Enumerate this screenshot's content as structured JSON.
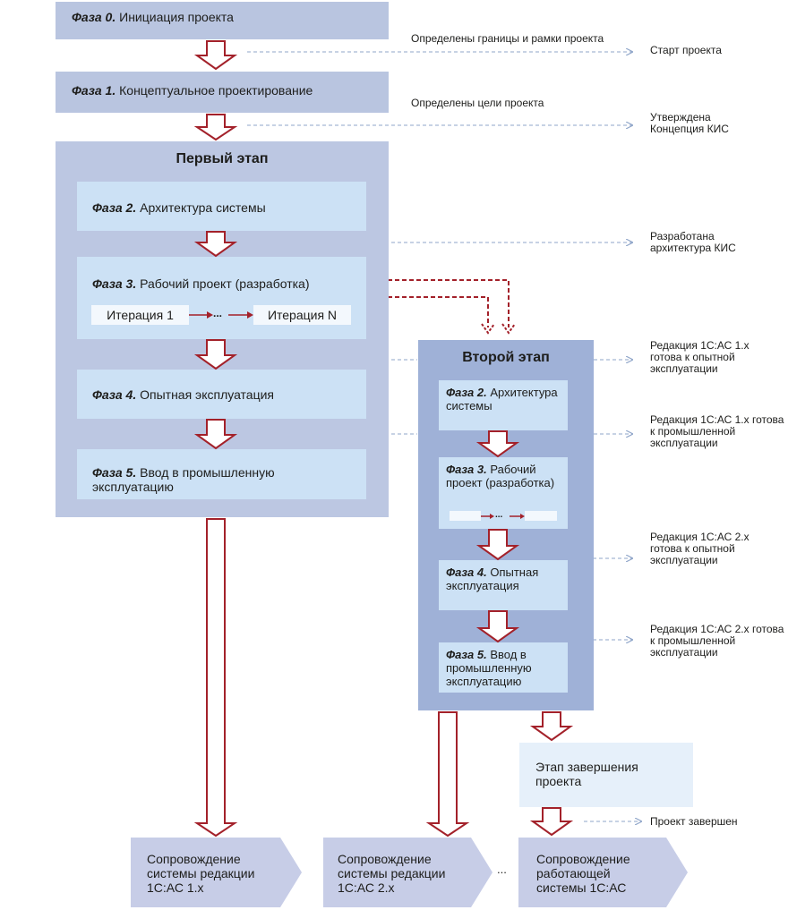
{
  "colors": {
    "arrow": "#a3212a",
    "dashed_link": "#8fa5c9",
    "box_dark": "#b9c5e0",
    "box_inner": "#cce1f5",
    "pentagon": "#c7cde7"
  },
  "phase_prefix": "Фаза",
  "top_phases": [
    {
      "num": "0.",
      "text": "Инициация проекта"
    },
    {
      "num": "1.",
      "text": "Концептуальное проектирование"
    }
  ],
  "stage1": {
    "title": "Первый этап",
    "phases": [
      {
        "num": "2.",
        "text": "Архитектура системы"
      },
      {
        "num": "3.",
        "text": "Рабочий проект (разработка)"
      },
      {
        "num": "4.",
        "text": "Опытная эксплуатация"
      },
      {
        "num": "5.",
        "text": "Ввод в промышленную эксплуатацию"
      }
    ],
    "iteration_first": "Итерация 1",
    "iteration_last": "Итерация N",
    "ellipsis": "..."
  },
  "stage2": {
    "title": "Второй этап",
    "phases": [
      {
        "num": "2.",
        "text": "Архитектура системы"
      },
      {
        "num": "3.",
        "text": "Рабочий проект (разработка)"
      },
      {
        "num": "4.",
        "text": "Опытная эксплуатация"
      },
      {
        "num": "5.",
        "text": "Ввод в промышленную эксплуатацию"
      }
    ],
    "ellipsis": "..."
  },
  "completion_stage": "Этап завершения проекта",
  "mid_notes": [
    "Определены границы и рамки проекта",
    "Определены цели проекта"
  ],
  "milestones": [
    "Старт проекта",
    "Утверждена Концепция КИС",
    "Разработана архитектура КИС",
    "Редакция 1С:АС 1.x готова к опытной эксплуатации",
    "Редакция 1С:АС 1.x готова к промышленной эксплуатации",
    "Редакция 1С:АС 2.x готова к опытной эксплуатации",
    "Редакция 1С:АС 2.x готова к промышленной эксплуатации",
    "Проект завершен"
  ],
  "support": [
    "Сопровождение системы редакции 1С:АС 1.x",
    "Сопровождение системы редакции 1С:АС 2.x",
    "Сопровождение работающей системы 1С:АС"
  ],
  "support_ellipsis": "..."
}
